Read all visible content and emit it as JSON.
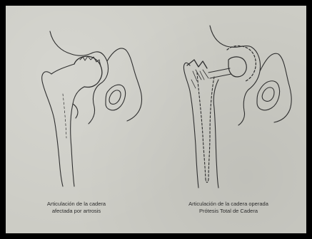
{
  "captions": {
    "left": {
      "line1": "Articulación de la cadera",
      "line2": "afectada por artrosis"
    },
    "right": {
      "line1": "Articulación de la cadera operada",
      "line2": "Prótesis Total de Cadera"
    }
  },
  "colors": {
    "paper": "#ccccc5",
    "ink": "#2c2c2c",
    "border": "#000000"
  }
}
